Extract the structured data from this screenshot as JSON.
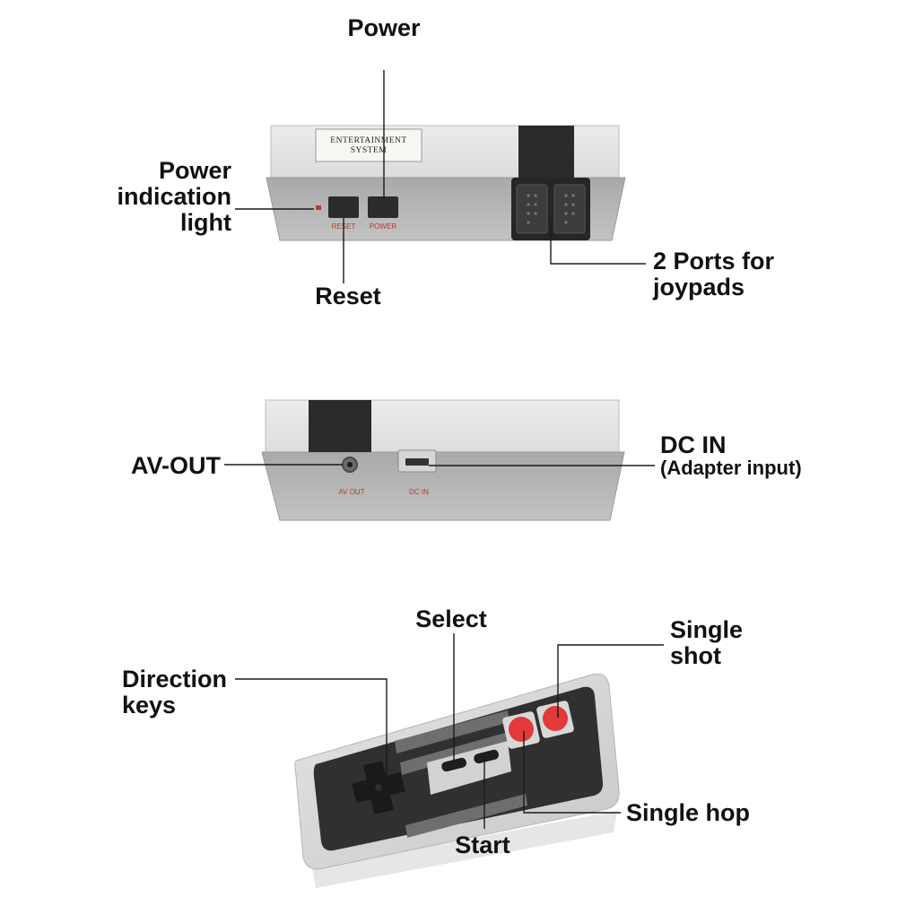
{
  "diagram": {
    "top_view": {
      "plate_line1": "ENTERTAINMENT",
      "plate_line2": "SYSTEM",
      "reset_text": "RESET",
      "power_text": "POWER",
      "labels": {
        "power": "Power",
        "power_indication": [
          "Power",
          "indication",
          "light"
        ],
        "reset": "Reset",
        "ports": [
          "2 Ports for",
          "joypads"
        ]
      }
    },
    "back_view": {
      "av_out_text": "AV OUT",
      "dc_in_text": "DC IN",
      "labels": {
        "av_out": "AV-OUT",
        "dc_in": "DC IN",
        "dc_in_sub": "(Adapter input)"
      }
    },
    "controller": {
      "labels": {
        "select": "Select",
        "direction": [
          "Direction",
          "keys"
        ],
        "single_shot": [
          "Single",
          "shot"
        ],
        "single_hop": "Single hop",
        "start": "Start"
      }
    }
  }
}
